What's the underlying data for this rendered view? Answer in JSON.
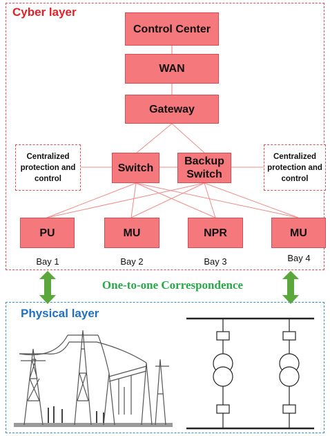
{
  "cyber_layer": {
    "title": "Cyber layer",
    "control_center": "Control Center",
    "wan": "WAN",
    "gateway": "Gateway",
    "switch": "Switch",
    "backup_switch": "Backup Switch",
    "cp_left": "Centralized protection and control",
    "cp_right": "Centralized protection and control",
    "devices": [
      "PU",
      "MU",
      "NPR",
      "MU"
    ],
    "bays": [
      "Bay 1",
      "Bay 2",
      "Bay 3",
      "Bay 4"
    ]
  },
  "correspondence": "One-to-one Correspondence",
  "physical_layer": {
    "title": "Physical layer"
  },
  "colors": {
    "node_fill": "#f4787c",
    "cyber_border": "#e0505a",
    "physical_border": "#3a8fd6",
    "arrow": "#5aa83c",
    "correspondence_text": "#2aa84a"
  }
}
